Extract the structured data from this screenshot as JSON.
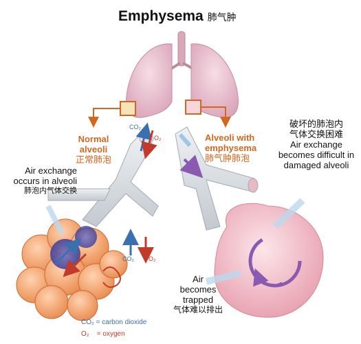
{
  "title": {
    "en": "Emphysema",
    "zh": "肺气肿"
  },
  "normal": {
    "en_line1": "Normal",
    "en_line2": "alveoli",
    "zh": "正常肺泡"
  },
  "emphysema": {
    "en_line1": "Alveoli with",
    "en_line2": "emphysema",
    "zh": "肺气肿肺泡"
  },
  "exchange_normal": {
    "line1": "Air exchange",
    "line2": "occurs in alveoli",
    "zh": "肺泡内气体交换"
  },
  "exchange_damaged": {
    "zh1": "破坏的肺泡内",
    "zh2": "气体交换困难",
    "line1": "Air exchange",
    "line2": "becomes difficult in",
    "line3": "damaged alveoli"
  },
  "trapped": {
    "line1": "Air",
    "line2": "becomes",
    "line3": "trapped",
    "zh": "气体难以排出"
  },
  "gases": {
    "co2": "CO₂",
    "o2": "O₂"
  },
  "legend": {
    "co2_label": "CO₂ = carbon dioxide",
    "o2_label": "O₂    = oxygen"
  },
  "colors": {
    "accent_orange": "#d4671f",
    "co2_blue": "#3a6fb0",
    "o2_red": "#c23a2a",
    "lung_pink": "#e8b8c8",
    "alveoli_orange": "#f2a06a",
    "emphysema_pink": "#f3c6cf"
  }
}
